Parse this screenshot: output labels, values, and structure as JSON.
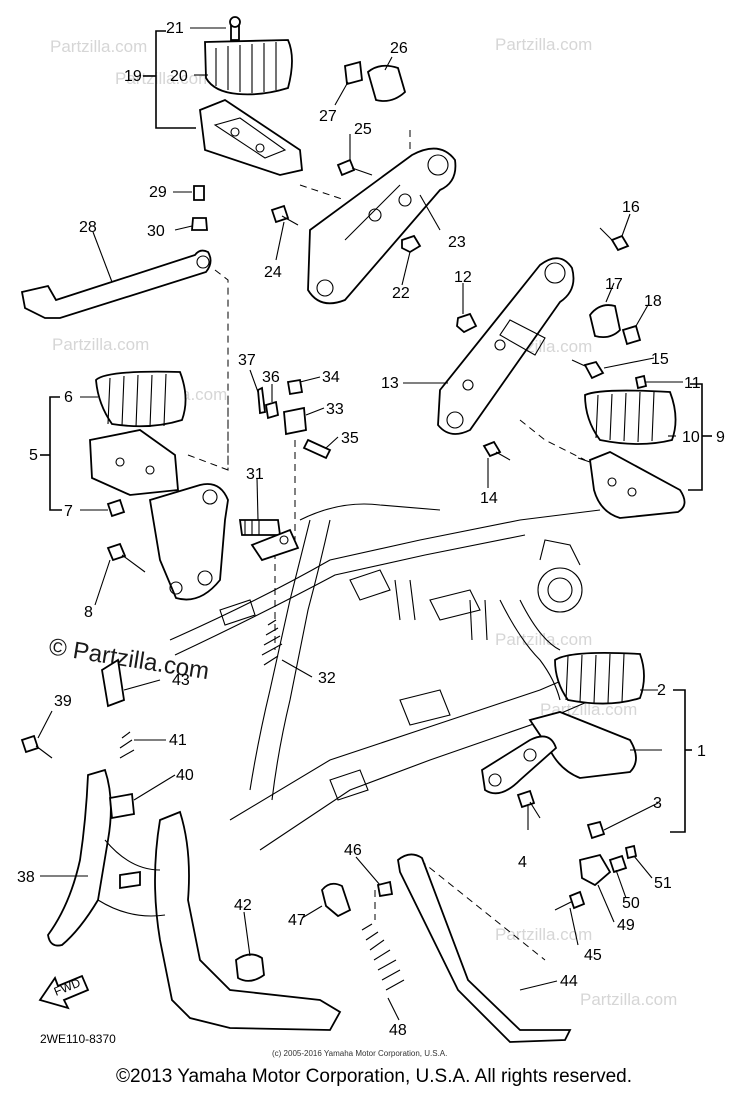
{
  "diagram": {
    "code": "2WE110-8370",
    "small_copyright": "(c) 2005-2016 Yamaha Motor Corporation, U.S.A.",
    "arrow_label": "FWD",
    "watermark_text": "Partzilla.com",
    "watermark_strong": "© Partzilla.com",
    "labels": {
      "l1": "1",
      "l2": "2",
      "l3": "3",
      "l4": "4",
      "l5": "5",
      "l6": "6",
      "l7": "7",
      "l8": "8",
      "l9": "9",
      "l10": "10",
      "l11": "11",
      "l12": "12",
      "l13": "13",
      "l14": "14",
      "l15": "15",
      "l16": "16",
      "l17": "17",
      "l18": "18",
      "l19": "19",
      "l20": "20",
      "l21": "21",
      "l22": "22",
      "l23": "23",
      "l24": "24",
      "l25": "25",
      "l26": "26",
      "l27": "27",
      "l28": "28",
      "l29": "29",
      "l30": "30",
      "l31": "31",
      "l32": "32",
      "l33": "33",
      "l34": "34",
      "l35": "35",
      "l36": "36",
      "l37": "37",
      "l38": "38",
      "l39": "39",
      "l40": "40",
      "l41": "41",
      "l42": "42",
      "l43": "43",
      "l44": "44",
      "l45": "45",
      "l46": "46",
      "l47": "47",
      "l48": "48",
      "l49": "49",
      "l50": "50",
      "l51": "51"
    }
  },
  "footer": {
    "copyright": "©2013 Yamaha Motor Corporation, U.S.A. All rights reserved."
  }
}
